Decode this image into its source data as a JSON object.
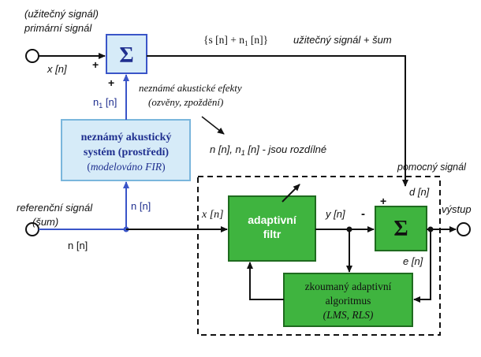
{
  "colors": {
    "blue_line": "#3a55c8",
    "blue_box_fill": "#d6ebf8",
    "blue_box_stroke": "#7ab6dc",
    "blue_text": "#1f2f8f",
    "green_fill": "#3fb43f",
    "green_stroke": "#1f6b1f",
    "black": "#111111"
  },
  "labels": {
    "useful_signal_paren": "(užitečný signál)",
    "primary_signal": "primární signál",
    "x_n_primary": "x [n]",
    "plus_top": "+",
    "plus_bottom": "+",
    "n1_n_left": "n",
    "n1_sub": "1",
    "n1_bracket": " [n]",
    "sum_output": "{s [n] + n",
    "sum_output_sub": "1",
    "sum_output_end": " [n]}",
    "useful_plus_noise": "užitečný signál + šum",
    "unknown_effects_line1": "neznámé akustické efekty",
    "unknown_effects_line2": "(ozvěny, zpoždění)",
    "differ_a": "n [n], n",
    "differ_sub": "1",
    "differ_b": " [n] - jsou rozdílné",
    "acoustic_box_line1": "neznámý akustický",
    "acoustic_box_line2": "systém (prostředí)",
    "acoustic_box_line3_pre": "(",
    "acoustic_box_line3_it": "modelováno FIR",
    "acoustic_box_line3_post": ")",
    "reference_line1": "referenční signál",
    "reference_line2": "(šum)",
    "n_n_ref": "n [n]",
    "n_n_vertical": "n [n]",
    "aux_signal": "pomocný signál",
    "plus_right": "+",
    "d_n": "d [n]",
    "output": "výstup",
    "x_n_filter": "x [n]",
    "y_n": "y [n]",
    "minus": "-",
    "e_n": "e [n]",
    "adaptive_filter_line1": "adaptivní",
    "adaptive_filter_line2": "filtr",
    "algo_line1": "zkoumaný adaptivní",
    "algo_line2": "algoritmus",
    "algo_line3": "(LMS, RLS)"
  },
  "symbols": {
    "sigma": "Σ"
  }
}
